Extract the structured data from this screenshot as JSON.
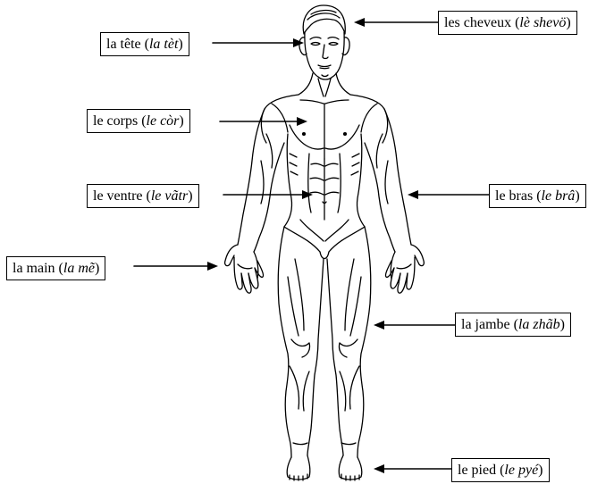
{
  "labels": {
    "cheveux": {
      "word": "les cheveux",
      "open": " (",
      "pron": "lè shevö",
      "close": ")"
    },
    "tete": {
      "word": "la tête",
      "open": " (",
      "pron": "la tèt",
      "close": ")"
    },
    "corps": {
      "word": "le corps",
      "open": " (",
      "pron": "le còr",
      "close": ")"
    },
    "ventre": {
      "word": "le ventre",
      "open": " (",
      "pron": "le vãtr",
      "close": ")"
    },
    "bras": {
      "word": "le bras",
      "open": " (",
      "pron": "le brâ",
      "close": ")"
    },
    "main": {
      "word": "la main",
      "open": " (",
      "pron": "la mẽ",
      "close": ")"
    },
    "jambe": {
      "word": "la jambe",
      "open": " (",
      "pron": "la zhãb",
      "close": ")"
    },
    "pied": {
      "word": "le pied",
      "open": " (",
      "pron": "le pyé",
      "close": ")"
    }
  },
  "colors": {
    "line": "#000000",
    "background": "#ffffff"
  }
}
